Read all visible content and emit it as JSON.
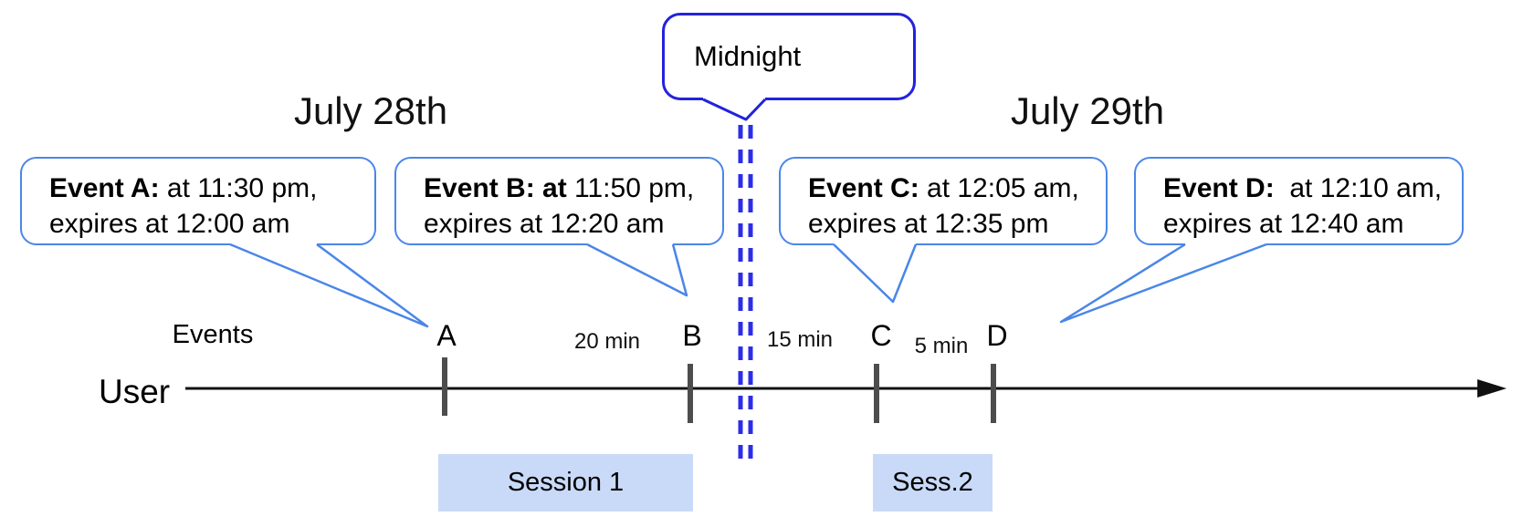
{
  "dates": {
    "left": "July 28th",
    "right": "July 29th"
  },
  "midnight": {
    "label": "Midnight"
  },
  "labels": {
    "events": "Events",
    "user": "User"
  },
  "callouts": [
    {
      "title": "Event A:",
      "line1_rest": " at 11:30 pm,",
      "line2": "expires at 12:00 am"
    },
    {
      "title": "Event B: at",
      "line1_rest": " 11:50 pm,",
      "line2": "expires at 12:20 am"
    },
    {
      "title": "Event C:",
      "line1_rest": " at 12:05 am,",
      "line2": "expires at 12:35 pm"
    },
    {
      "title": "Event D:",
      "line1_rest": "  at 12:10 am,",
      "line2": "expires at 12:40 am"
    }
  ],
  "timeline": {
    "ticks": [
      {
        "label": "A"
      },
      {
        "label": "B"
      },
      {
        "label": "C"
      },
      {
        "label": "D"
      }
    ],
    "intervals": [
      {
        "label": "20 min"
      },
      {
        "label": "15 min"
      },
      {
        "label": "5 min"
      }
    ]
  },
  "sessions": [
    {
      "label": "Session 1"
    },
    {
      "label": "Sess.2"
    }
  ],
  "colors": {
    "callout_border": "#4a86e8",
    "midnight_border": "#2222dd",
    "dash_line": "#2d2de8",
    "session_fill": "#c9daf8",
    "tick_gray": "#4d4d4d",
    "timeline": "#111111",
    "text": "#000000"
  }
}
